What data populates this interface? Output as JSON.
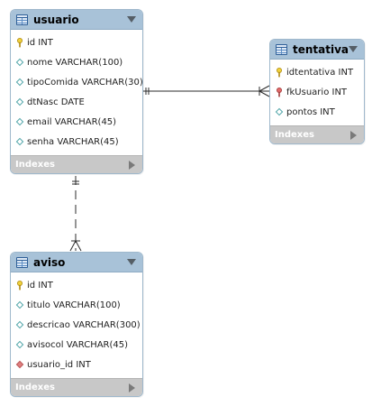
{
  "tables": [
    {
      "name": "usuario",
      "columns": [
        {
          "label": "id INT",
          "kind": "primary-key"
        },
        {
          "label": "nome VARCHAR(100)",
          "kind": "attribute"
        },
        {
          "label": "tipoComida VARCHAR(30)",
          "kind": "attribute"
        },
        {
          "label": "dtNasc DATE",
          "kind": "attribute"
        },
        {
          "label": "email VARCHAR(45)",
          "kind": "attribute"
        },
        {
          "label": "senha VARCHAR(45)",
          "kind": "attribute"
        }
      ],
      "footer": "Indexes"
    },
    {
      "name": "tentativa",
      "columns": [
        {
          "label": "idtentativa INT",
          "kind": "primary-key"
        },
        {
          "label": "fkUsuario INT",
          "kind": "foreign-key"
        },
        {
          "label": "pontos INT",
          "kind": "attribute"
        }
      ],
      "footer": "Indexes"
    },
    {
      "name": "aviso",
      "columns": [
        {
          "label": "id INT",
          "kind": "primary-key"
        },
        {
          "label": "titulo VARCHAR(100)",
          "kind": "attribute"
        },
        {
          "label": "descricao VARCHAR(300)",
          "kind": "attribute"
        },
        {
          "label": "avisocol VARCHAR(45)",
          "kind": "attribute"
        },
        {
          "label": "usuario_id INT",
          "kind": "foreign-key"
        }
      ],
      "footer": "Indexes"
    }
  ],
  "icons": {
    "table_header": "table-grid-icon",
    "collapse": "chevron-down-icon",
    "footer_expand": "chevron-right-icon",
    "primary_key": "key-icon",
    "attribute": "diamond-hollow-icon",
    "foreign_key": "diamond-red-icon"
  },
  "colors": {
    "header_bg": "#a8c2d8",
    "footer_bg": "#c8c8c8",
    "key_yellow": "#f0d23c",
    "attribute_teal": "#4fa5a8",
    "foreign_key_red": "#e07f7f",
    "connector": "#2b2b2b"
  },
  "relationships": [
    {
      "from": "usuario",
      "to": "tentativa",
      "style": "solid",
      "cardinality": "one-to-many"
    },
    {
      "from": "usuario",
      "to": "aviso",
      "style": "dashed",
      "cardinality": "one-to-many"
    }
  ]
}
